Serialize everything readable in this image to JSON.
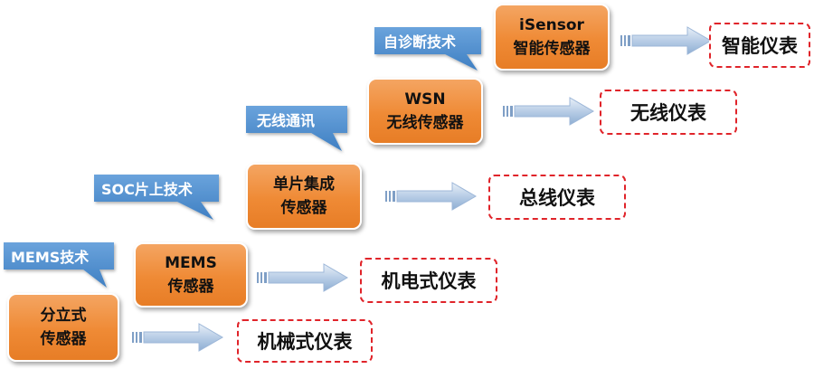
{
  "stages": [
    {
      "sensor_line1": "分立式",
      "sensor_line2": "传感器",
      "meter": "机械式仪表",
      "tech": ""
    },
    {
      "sensor_line1": "MEMS",
      "sensor_line2": "传感器",
      "meter": "机电式仪表",
      "tech": "MEMS技术"
    },
    {
      "sensor_line1": "单片集成",
      "sensor_line2": "传感器",
      "meter": "总线仪表",
      "tech": "SOC片上技术"
    },
    {
      "sensor_line1": "WSN",
      "sensor_line2": "无线传感器",
      "meter": "无线仪表",
      "tech": "无线通讯"
    },
    {
      "sensor_line1": "iSensor",
      "sensor_line2": "智能传感器",
      "meter": "智能仪表",
      "tech": "自诊断技术"
    }
  ],
  "colors": {
    "sensor_fill": "#ef8a35",
    "callout_fill": "#4f8fd0",
    "meter_border": "#e0242a",
    "arrow_fill": "#b8cde6"
  },
  "icons": {
    "arrow": "right-arrow-icon"
  }
}
